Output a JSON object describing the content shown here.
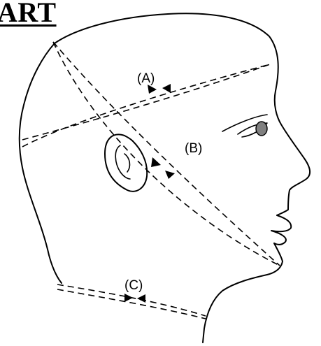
{
  "title": "ART",
  "measurements": [
    {
      "label": "(A)"
    },
    {
      "label": "(B)"
    },
    {
      "label": "(C)"
    }
  ],
  "icons": {
    "eye": "eye-icon",
    "ear": "ear-icon",
    "arrow": "arrowhead-icon"
  }
}
